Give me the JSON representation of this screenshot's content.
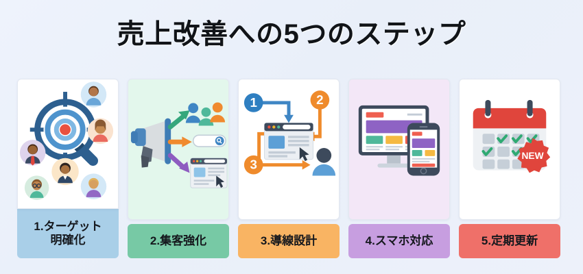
{
  "header": {
    "title": "売上改善への5つのステップ"
  },
  "theme": {
    "background_start": "#eef3fc",
    "background_end": "#edf1fa",
    "title_color": "#111418"
  },
  "steps": [
    {
      "number": "1",
      "label": "1.ターゲット\n明確化",
      "label_bg": "#a9cfe8",
      "panel_bg": "#ffffff",
      "icon": "target-magnifier-audience-icon",
      "accent": "#2d5f8f"
    },
    {
      "number": "2",
      "label": "2.集客強化",
      "label_bg": "#77c9a5",
      "panel_bg": "#e3f7ec",
      "icon": "megaphone-traffic-icon",
      "accent": "#35a77c"
    },
    {
      "number": "3",
      "label": "3.導線設計",
      "label_bg": "#f9b濃",
      "panel_bg": "#ffffff",
      "icon": "user-flow-numbered-icon",
      "accent": "#ef8b2c"
    },
    {
      "number": "4",
      "label": "4.スマホ対応",
      "label_bg": "#c79ee0",
      "panel_bg": "#f3e7f7",
      "icon": "responsive-devices-icon",
      "accent": "#8e5cc0"
    },
    {
      "number": "5",
      "label": "5.定期更新",
      "label_bg": "#ef7069",
      "panel_bg": "#ffffff",
      "icon": "calendar-new-badge-icon",
      "accent": "#e0453c"
    }
  ],
  "card3": {
    "badges": [
      "1",
      "2",
      "3"
    ]
  },
  "card5": {
    "badge_text": "NEW"
  }
}
